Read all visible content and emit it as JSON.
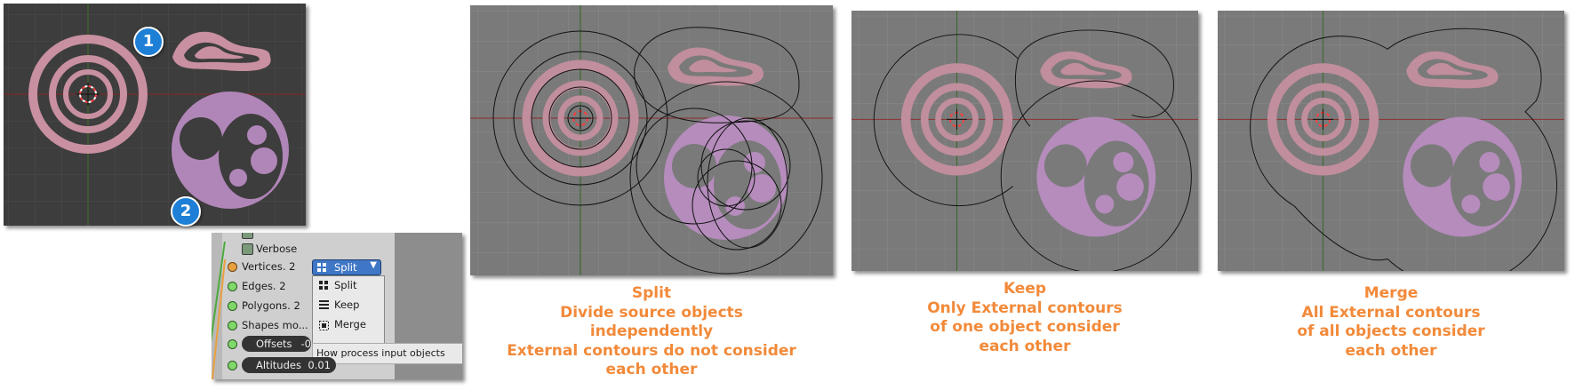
{
  "badges": [
    "1",
    "2"
  ],
  "node": {
    "verbose_label": "Verbose",
    "rows": [
      "Vertices. 2",
      "Edges. 2",
      "Polygons. 2",
      "Shapes mo..."
    ],
    "dropdown_value": "Split",
    "menu_items": [
      "Split",
      "Keep",
      "Merge"
    ],
    "tooltip": "How process input objects",
    "offsets_label": "Offsets",
    "offsets_value": "-0",
    "altitudes_label": "Altitudes",
    "altitudes_value": "0.01"
  },
  "captions": {
    "split": [
      "Split",
      "Divide source objects",
      "independently",
      "External contours do not consider",
      "each other"
    ],
    "keep": [
      "Keep",
      "Only External contours",
      "of one object consider",
      "each other"
    ],
    "merge": [
      "Merge",
      "All External contours",
      "of all objects consider",
      "each other"
    ]
  },
  "colors": {
    "caption": "#f28a3a",
    "viewport_dark": "#3d3d3d",
    "viewport_light": "#7a7a7a",
    "pink_shape": "#c890a0",
    "purple_shape": "#b086b8",
    "badge": "#1e7fd6",
    "dropdown": "#3f77c6"
  }
}
